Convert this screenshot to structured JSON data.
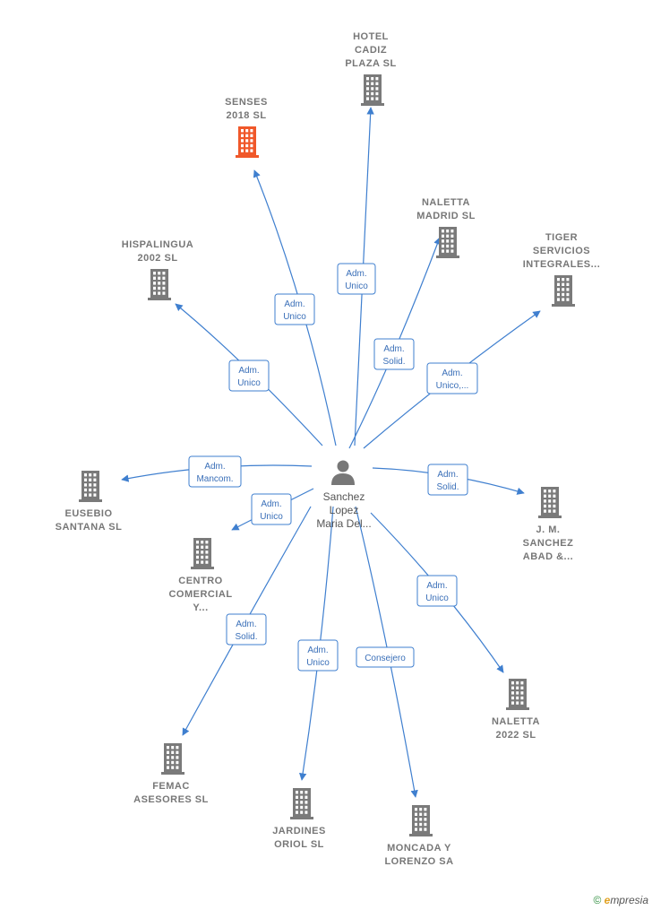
{
  "center": {
    "label_lines": [
      "Sanchez",
      "Lopez",
      "Maria Del..."
    ],
    "icon": "person-icon"
  },
  "colors": {
    "building": "#7a7a7a",
    "building_highlight": "#f0582a",
    "edge": "#3f7fcf",
    "person": "#777777"
  },
  "companies": [
    {
      "id": "hotel-cadiz",
      "label_lines": [
        "HOTEL",
        "CADIZ",
        "PLAZA SL"
      ],
      "role_lines": [
        "Adm.",
        "Unico"
      ],
      "highlight": false
    },
    {
      "id": "senses-2018",
      "label_lines": [
        "SENSES",
        "2018  SL"
      ],
      "role_lines": [
        "Adm.",
        "Unico"
      ],
      "highlight": true
    },
    {
      "id": "naletta-madrid",
      "label_lines": [
        "NALETTA",
        "MADRID  SL"
      ],
      "role_lines": [
        "Adm.",
        "Solid."
      ],
      "highlight": false
    },
    {
      "id": "tiger-servicios",
      "label_lines": [
        "TIGER",
        "SERVICIOS",
        "INTEGRALES..."
      ],
      "role_lines": [
        "Adm.",
        "Unico,..."
      ],
      "highlight": false
    },
    {
      "id": "hispalingua",
      "label_lines": [
        "HISPALINGUA",
        "2002  SL"
      ],
      "role_lines": [
        "Adm.",
        "Unico"
      ],
      "highlight": false
    },
    {
      "id": "eusebio-santana",
      "label_lines": [
        "EUSEBIO",
        "SANTANA SL"
      ],
      "role_lines": [
        "Adm.",
        "Mancom."
      ],
      "highlight": false
    },
    {
      "id": "jm-sanchez",
      "label_lines": [
        "J.  M.",
        "SANCHEZ",
        "ABAD &..."
      ],
      "role_lines": [
        "Adm.",
        "Solid."
      ],
      "highlight": false
    },
    {
      "id": "centro-comercial",
      "label_lines": [
        "CENTRO",
        "COMERCIAL",
        "Y..."
      ],
      "role_lines": [
        "Adm.",
        "Unico"
      ],
      "highlight": false
    },
    {
      "id": "naletta-2022",
      "label_lines": [
        "NALETTA",
        "2022  SL"
      ],
      "role_lines": [
        "Adm.",
        "Unico"
      ],
      "highlight": false
    },
    {
      "id": "femac-asesores",
      "label_lines": [
        "FEMAC",
        "ASESORES  SL"
      ],
      "role_lines": [
        "Adm.",
        "Solid."
      ],
      "highlight": false
    },
    {
      "id": "jardines-oriol",
      "label_lines": [
        "JARDINES",
        "ORIOL  SL"
      ],
      "role_lines": [
        "Adm.",
        "Unico"
      ],
      "highlight": false
    },
    {
      "id": "moncada-lorenzo",
      "label_lines": [
        "MONCADA Y",
        "LORENZO SA"
      ],
      "role_lines": [
        "Consejero"
      ],
      "highlight": false
    }
  ],
  "watermark": {
    "copyright": "©",
    "brand_initial": "e",
    "brand_rest": "mpresia"
  }
}
